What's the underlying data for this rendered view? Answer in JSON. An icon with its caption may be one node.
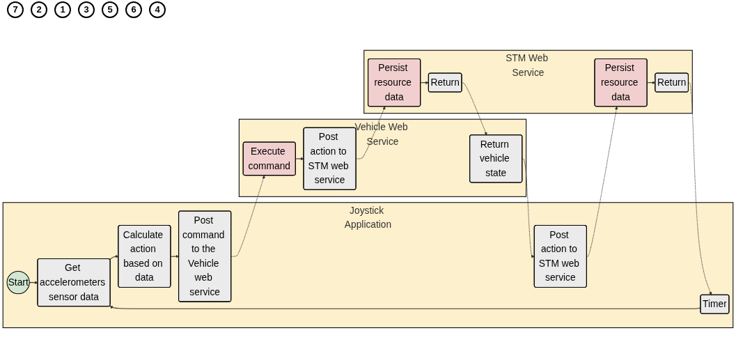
{
  "diagram": {
    "nodes": [
      {
        "text": [
          "Joystick Application"
        ]
      },
      {
        "text": [
          "Start"
        ],
        "in": 0
      },
      {
        "text": [
          "Get accelerometers sensor data"
        ],
        "in": 0
      },
      {
        "text": [
          "Timer"
        ],
        "in": 0
      },
      {
        "text": [
          "Calculate action based on data"
        ],
        "in": 0
      },
      {
        "text": [
          "Post command to the Vehicle web service"
        ],
        "in": 0
      },
      {
        "text": [
          "Post action to STM web service"
        ],
        "in": 0
      },
      {
        "text": [
          "STM Web Service"
        ]
      },
      {
        "text": [
          "Persist resource data"
        ],
        "in": 7
      },
      {
        "text": [
          "Return"
        ],
        "in": 7
      },
      {
        "text": [
          "Persist resource data"
        ],
        "in": 7
      },
      {
        "text": [
          "Return"
        ],
        "in": 7
      },
      {
        "text": [
          "Vehicle Web Service"
        ]
      },
      {
        "text": [
          "Execute command"
        ],
        "in": 12
      },
      {
        "text": [
          "Post action to STM web service"
        ],
        "in": 12
      },
      {
        "text": [
          "Return vehicle state"
        ],
        "in": 12
      }
    ],
    "edges": [
      {
        "from": 1,
        "to": 2,
        "arrow": "to"
      },
      {
        "from": 3,
        "to": 2,
        "arrow": "to"
      },
      {
        "from": 2,
        "to": 4,
        "arrow": "to"
      },
      {
        "from": 4,
        "to": 5,
        "arrow": "to"
      },
      {
        "from": 5,
        "to": 13,
        "arrow": "to",
        "style": "dashed"
      },
      {
        "from": 13,
        "to": 14,
        "arrow": "to"
      },
      {
        "from": 14,
        "to": 8,
        "arrow": "to",
        "style": "dashed"
      },
      {
        "from": 8,
        "to": 9,
        "arrow": "to"
      },
      {
        "from": 9,
        "to": 15,
        "arrow": "to",
        "style": "dashed"
      },
      {
        "from": 15,
        "to": 6,
        "arrow": "to",
        "style": "dashed"
      },
      {
        "from": 6,
        "to": 10,
        "arrow": "to",
        "style": "dashed"
      },
      {
        "from": 10,
        "to": 11,
        "arrow": "to"
      },
      {
        "from": 11,
        "to": 3,
        "arrow": "to",
        "style": "dashed"
      }
    ],
    "labels": [
      "7",
      "2",
      "1",
      "3",
      "5",
      "6",
      "4"
    ]
  }
}
